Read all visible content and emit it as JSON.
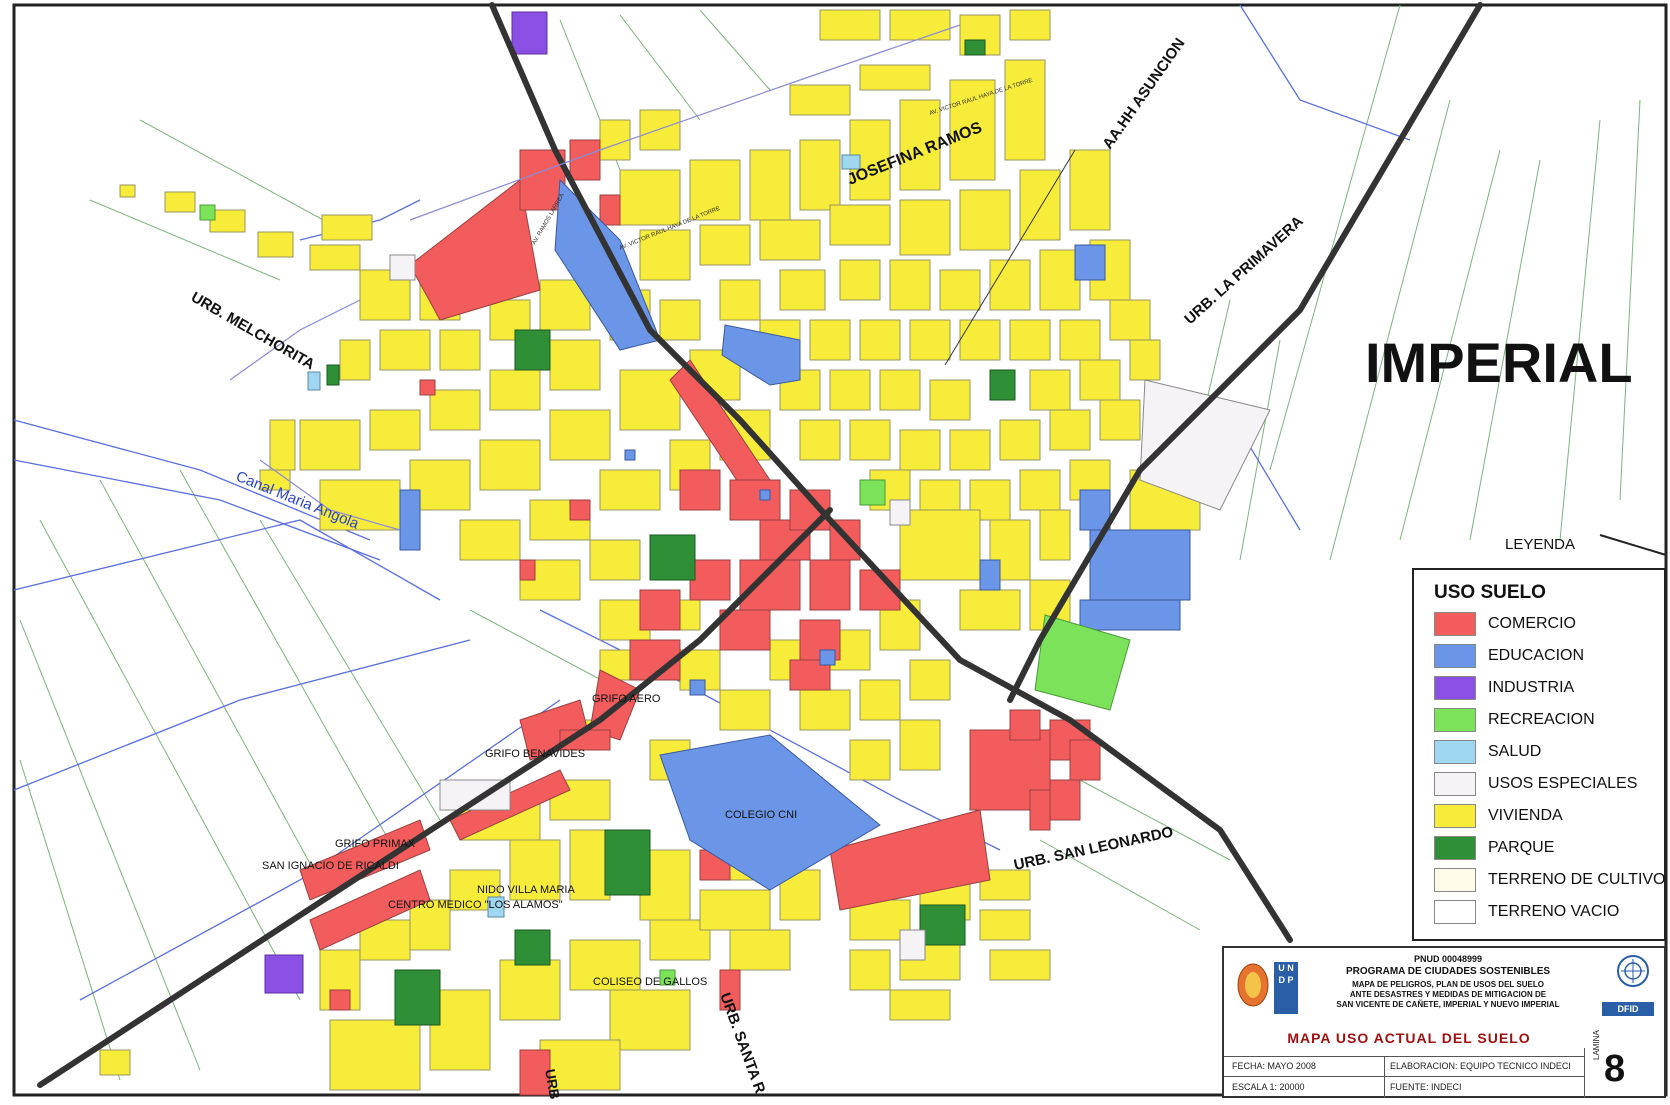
{
  "map": {
    "title": "IMPERIAL",
    "labels": {
      "urb_melchorita": "URB. MELCHORITA",
      "josefina_ramos": "JOSEFINA RAMOS",
      "aahh_asuncion": "AA.HH ASUNCION",
      "urb_la_primavera": "URB. LA PRIMAVERA",
      "canal": "Canal Maria Angola",
      "urb_san_leonardo": "URB. SAN LEONARDO",
      "urb_santa": "URB. SANTA R",
      "colegio": "COLEGIO CNI",
      "grifo_aero": "GRIFO AERO",
      "grifo_benavides": "GRIFO BENAVIDES",
      "grifo_primax": "GRIFO PRIMAX",
      "san_ignacio": "SAN IGNACIO DE RICALDI",
      "nido": "NIDO VILLA MARIA",
      "centro_medico": "CENTRO MEDICO \"LOS ALAMOS\"",
      "coliseo": "COLISEO DE GALLOS",
      "av_ramos": "AV. RAMOS LARREA",
      "av_victor": "AV. VICTOR RAUL HAYA DE LA TORRE",
      "av_victor_2": "AV. VICTOR RAUL HAYA DE LA TORRE",
      "urb_partial": "URB"
    }
  },
  "legend": {
    "heading": "LEYENDA",
    "title": "USO SUELO",
    "items": [
      {
        "label": "COMERCIO",
        "color": "#f25c5c"
      },
      {
        "label": "EDUCACION",
        "color": "#6b95e6"
      },
      {
        "label": "INDUSTRIA",
        "color": "#8a4fe3"
      },
      {
        "label": "RECREACION",
        "color": "#7be25a"
      },
      {
        "label": "SALUD",
        "color": "#9fd6f2"
      },
      {
        "label": "USOS ESPECIALES",
        "color": "#f6f3f7"
      },
      {
        "label": "VIVIENDA",
        "color": "#f7ec3a"
      },
      {
        "label": "PARQUE",
        "color": "#2f8f36"
      },
      {
        "label": "TERRENO DE CULTIVO",
        "color": "#fbfbe8"
      },
      {
        "label": "TERRENO VACIO",
        "color": "#ffffff"
      }
    ]
  },
  "title_block": {
    "code": "PNUD 00048999",
    "program": "PROGRAMA DE CIUDADES SOSTENIBLES",
    "desc_line1": "MAPA DE PELIGROS, PLAN DE USOS DEL SUELO",
    "desc_line2": "ANTE DESASTRES Y MEDIDAS DE MITIGACION DE",
    "desc_line3": "SAN VICENTE DE CAÑETE, IMPERIAL Y NUEVO IMPERIAL",
    "map_title": "MAPA USO ACTUAL DEL SUELO",
    "fecha": "FECHA: MAYO 2008",
    "elaboracion": "ELABORACION: EQUIPO TECNICO INDECI",
    "escala": "ESCALA 1: 20000",
    "fuente": "FUENTE: INDECI",
    "sheet_label": "LAMINA",
    "sheet_number": "8",
    "undp_text": "U N D P",
    "dfid_text": "DFID"
  }
}
